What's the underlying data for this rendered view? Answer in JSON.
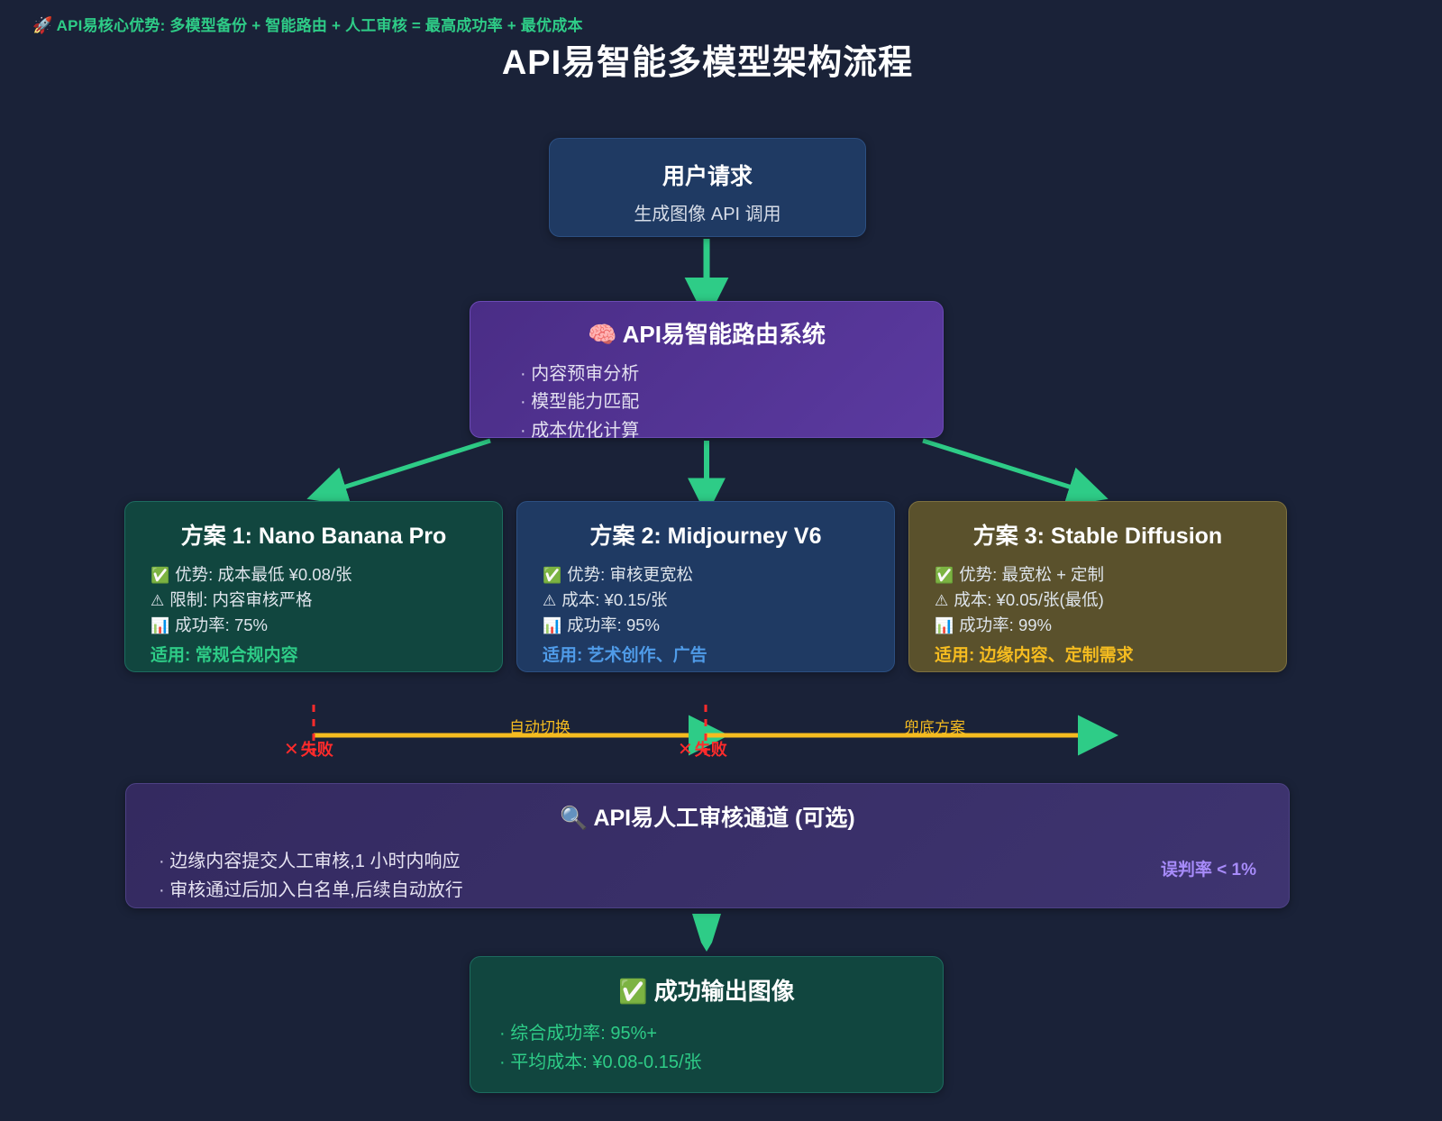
{
  "banner": {
    "icon": "rocket-icon",
    "emoji": "🚀",
    "text": "API易核心优势: 多模型备份 + 智能路由 + 人工审核 = 最高成功率 + 最优成本",
    "color": "#2ecc87"
  },
  "title": "API易智能多模型架构流程",
  "colors": {
    "background": "#1a2238",
    "accent_green": "#2ecc87",
    "accent_yellow": "#f5bc20",
    "accent_red": "#ff2b2b",
    "accent_purple": "#a78bfa",
    "accent_blue": "#4f9be8"
  },
  "nodes": {
    "user_request": {
      "title": "用户请求",
      "subtitle": "生成图像 API 调用"
    },
    "router": {
      "emoji": "🧠",
      "icon": "brain-icon",
      "title": "API易智能路由系统",
      "bullets": [
        "内容预审分析",
        "模型能力匹配",
        "成本优化计算"
      ]
    },
    "review": {
      "emoji": "🔍",
      "icon": "magnifier-icon",
      "title": "API易人工审核通道 (可选)",
      "bullets": [
        "边缘内容提交人工审核,1 小时内响应",
        "审核通过后加入白名单,后续自动放行"
      ],
      "meta": "误判率 < 1%"
    },
    "success": {
      "emoji": "✅",
      "icon": "check-box-icon",
      "title": "成功输出图像",
      "bullets": [
        "综合成功率: 95%+",
        "平均成本: ¥0.08-0.15/张"
      ]
    }
  },
  "plans": [
    {
      "title": "方案 1: Nano Banana Pro",
      "rows": [
        {
          "icon": "check-box-icon",
          "emoji": "✅",
          "text": "优势: 成本最低 ¥0.08/张"
        },
        {
          "icon": "warning-icon",
          "emoji": "⚠",
          "text": "限制: 内容审核严格"
        },
        {
          "icon": "bar-chart-icon",
          "emoji": "📊",
          "text": "成功率: 75%"
        }
      ],
      "fit": "适用: 常规合规内容"
    },
    {
      "title": "方案 2: Midjourney V6",
      "rows": [
        {
          "icon": "check-box-icon",
          "emoji": "✅",
          "text": "优势: 审核更宽松"
        },
        {
          "icon": "warning-icon",
          "emoji": "⚠",
          "text": "成本: ¥0.15/张"
        },
        {
          "icon": "bar-chart-icon",
          "emoji": "📊",
          "text": "成功率: 95%"
        }
      ],
      "fit": "适用: 艺术创作、广告"
    },
    {
      "title": "方案 3: Stable Diffusion",
      "rows": [
        {
          "icon": "check-box-icon",
          "emoji": "✅",
          "text": "优势: 最宽松 + 定制"
        },
        {
          "icon": "warning-icon",
          "emoji": "⚠",
          "text": "成本: ¥0.05/张(最低)"
        },
        {
          "icon": "bar-chart-icon",
          "emoji": "📊",
          "text": "成功率: 99%"
        }
      ],
      "fit": "适用: 边缘内容、定制需求"
    }
  ],
  "fallback_rail": {
    "labels": [
      "自动切换",
      "兜底方案"
    ],
    "failures": [
      {
        "icon": "cross-mark-icon",
        "mark": "✕",
        "text": "失败"
      },
      {
        "icon": "cross-mark-icon",
        "mark": "✕",
        "text": "失败"
      }
    ]
  }
}
